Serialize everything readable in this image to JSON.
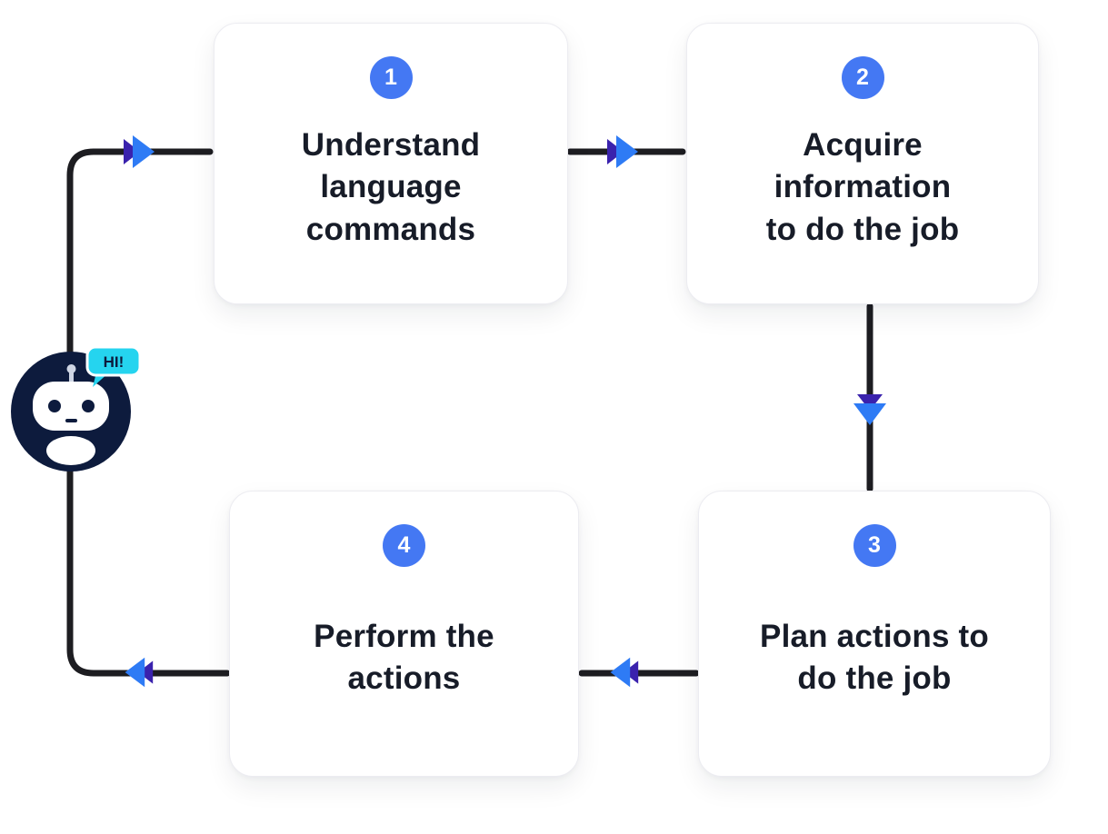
{
  "diagram": {
    "robot": {
      "speech": "HI!"
    },
    "steps": [
      {
        "number": "1",
        "label": "Understand\nlanguage\ncommands"
      },
      {
        "number": "2",
        "label": "Acquire\ninformation\nto do the job"
      },
      {
        "number": "3",
        "label": "Plan actions to\ndo the job"
      },
      {
        "number": "4",
        "label": "Perform the\nactions"
      }
    ],
    "icons": {
      "arrowheads": "double-chevron",
      "robot": "chatbot-with-speech-bubble"
    },
    "colors": {
      "badge_blue": "#4478f3",
      "text_dark": "#171c28",
      "arrow_black": "#1d1d21",
      "chevron_bright": "#2e7bf5",
      "chevron_dark": "#3a22ad",
      "bubble_cyan": "#25d4ef",
      "robot_navy": "#0d1b3d",
      "card_border": "#ececf1"
    }
  }
}
